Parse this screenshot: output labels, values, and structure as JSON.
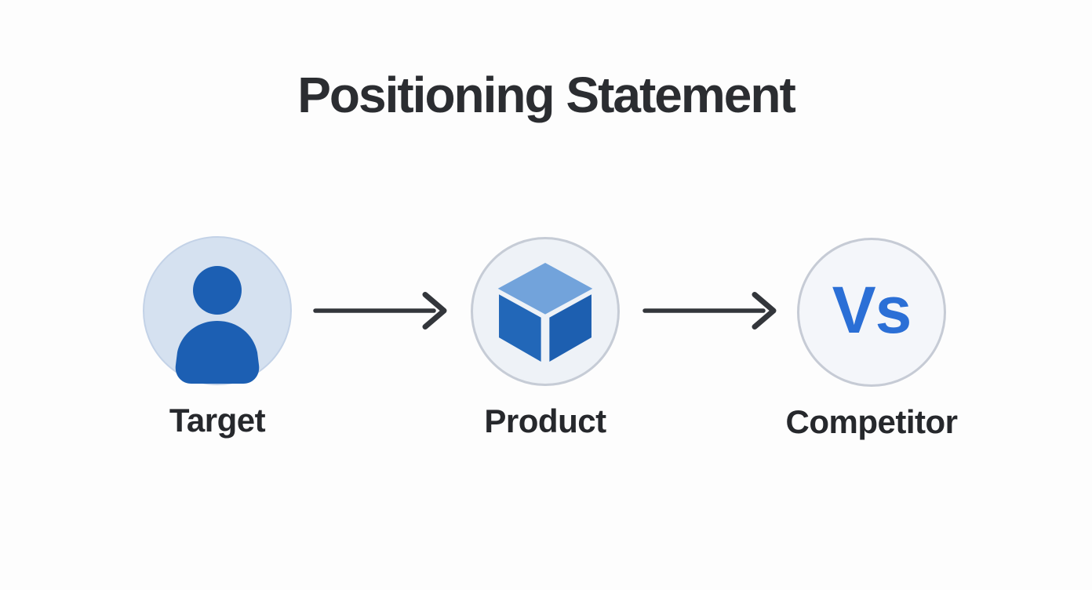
{
  "title": "Positioning Statement",
  "nodes": [
    {
      "id": "target",
      "label": "Target",
      "icon": "person-icon"
    },
    {
      "id": "product",
      "label": "Product",
      "icon": "cube-icon"
    },
    {
      "id": "competitor",
      "label": "Competitor",
      "icon": "vs-badge",
      "badge_text": "Vs"
    }
  ],
  "arrows": [
    {
      "from": "target",
      "to": "product",
      "direction": "right"
    },
    {
      "from": "product",
      "to": "competitor",
      "direction": "right"
    }
  ],
  "colors": {
    "background": "#fdfdfd",
    "title_text": "#2b2d31",
    "label_text": "#26282c",
    "arrow": "#33363b",
    "icon_blue": "#1c5fb3",
    "cube_top": "#72a3db",
    "cube_left": "#2267b8",
    "cube_right": "#1d5fb0",
    "vs_text": "#2b6fd6",
    "target_circle_bg": "#d5e1f0",
    "product_circle_bg": "#eef2f7",
    "competitor_circle_bg": "#f4f6fa",
    "circle_ring": "#c6ccd6"
  }
}
